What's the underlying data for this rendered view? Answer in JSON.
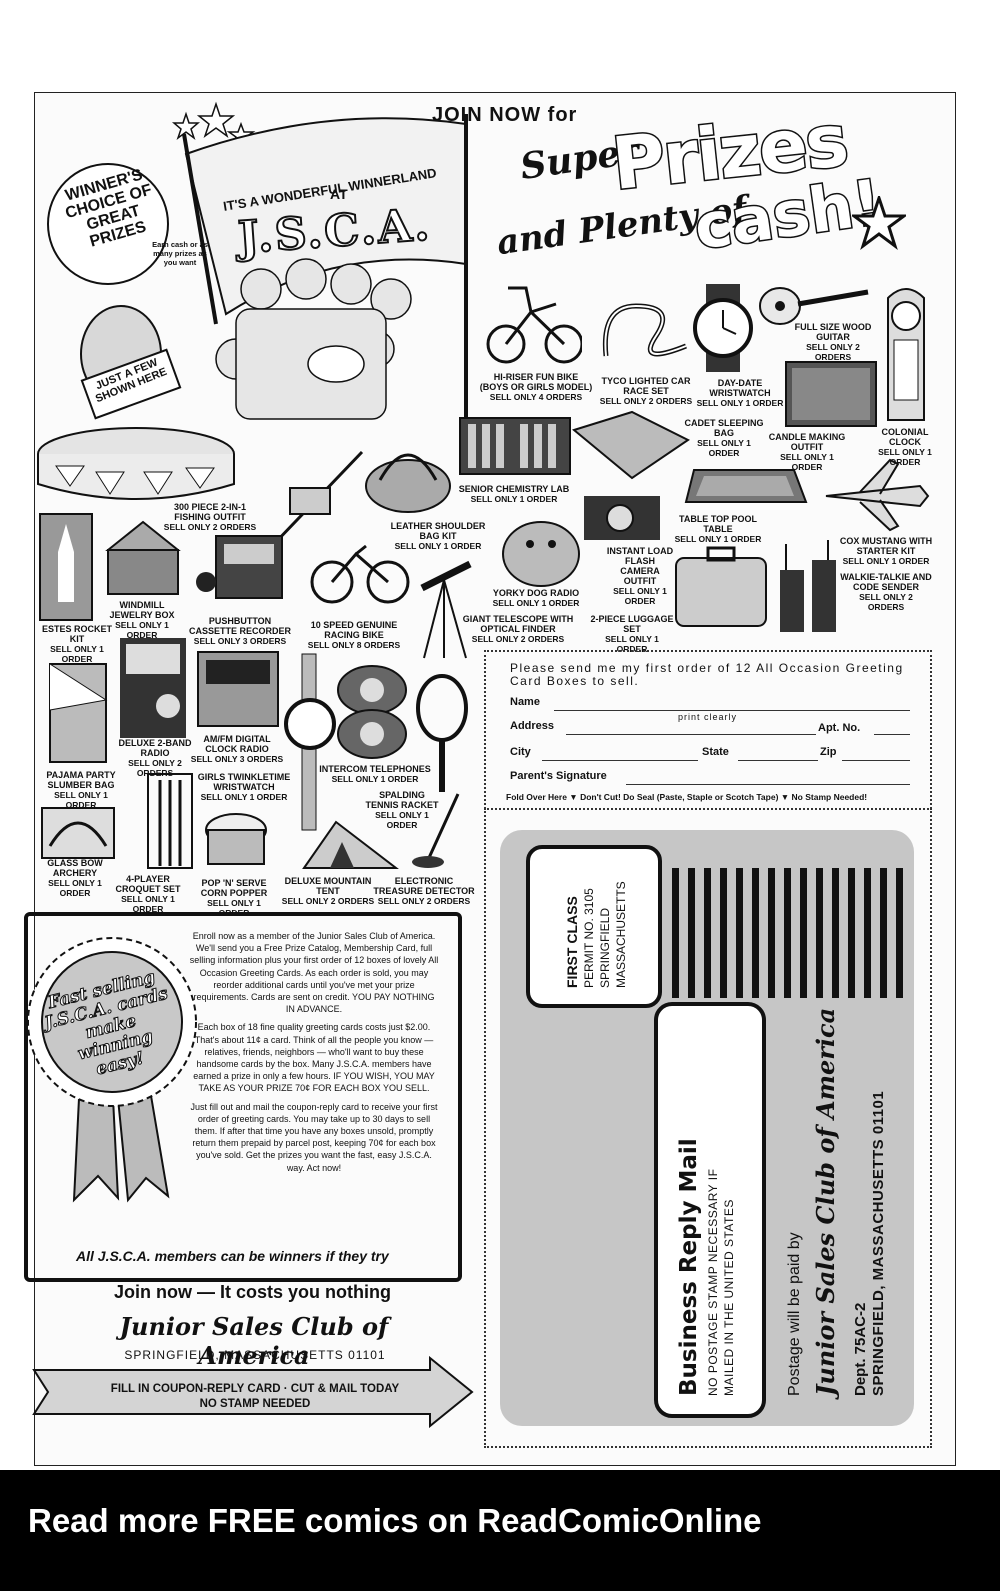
{
  "header": {
    "join_now": "JOIN NOW for",
    "super": "Super",
    "prizes": "Prizes",
    "and_plenty_of": "and Plenty of",
    "cash": "cash!"
  },
  "banner": {
    "line1": "IT'S A WONDERFUL WINNERLAND",
    "at": "AT",
    "jsca": "J.S.C.A.",
    "winners_choice": "WINNER'S CHOICE OF GREAT PRIZES",
    "earn": "Earn cash or as many prizes as you want",
    "just_a_few": "JUST A FEW SHOWN HERE"
  },
  "prizes": [
    {
      "name": "HI-RISER FUN BIKE",
      "sub": "(BOYS OR GIRLS MODEL)",
      "sell": "Sell Only 4 Orders"
    },
    {
      "name": "TYCO LIGHTED CAR RACE SET",
      "sub": "",
      "sell": "Sell Only 2 Orders"
    },
    {
      "name": "DAY-DATE WRISTWATCH",
      "sub": "",
      "sell": "Sell Only 1 Order"
    },
    {
      "name": "FULL SIZE WOOD GUITAR",
      "sub": "",
      "sell": "Sell Only 2 Orders"
    },
    {
      "name": "COLONIAL CLOCK",
      "sub": "",
      "sell": "Sell Only 1 Order"
    },
    {
      "name": "CADET SLEEPING BAG",
      "sub": "",
      "sell": "Sell Only 1 Order"
    },
    {
      "name": "CANDLE MAKING OUTFIT",
      "sub": "",
      "sell": "Sell Only 1 Order"
    },
    {
      "name": "SENIOR CHEMISTRY LAB",
      "sub": "",
      "sell": "Sell Only 1 Order"
    },
    {
      "name": "300 PIECE 2-in-1 FISHING OUTFIT",
      "sub": "",
      "sell": "Sell Only 2 Orders"
    },
    {
      "name": "LEATHER SHOULDER BAG KIT",
      "sub": "",
      "sell": "Sell Only 1 Order"
    },
    {
      "name": "TABLE TOP POOL TABLE",
      "sub": "",
      "sell": "Sell Only 1 Order"
    },
    {
      "name": "COX MUSTANG WITH STARTER KIT",
      "sub": "",
      "sell": "Sell Only 1 Order"
    },
    {
      "name": "INSTANT LOAD FLASH CAMERA OUTFIT",
      "sub": "",
      "sell": "Sell Only 1 Order"
    },
    {
      "name": "WALKIE-TALKIE AND CODE SENDER",
      "sub": "",
      "sell": "Sell Only 2 Orders"
    },
    {
      "name": "ESTES ROCKET KIT",
      "sub": "",
      "sell": "Sell Only 1 Order"
    },
    {
      "name": "WINDMILL JEWELRY BOX",
      "sub": "",
      "sell": "Sell Only 1 Order"
    },
    {
      "name": "PUSHBUTTON CASSETTE RECORDER",
      "sub": "",
      "sell": "Sell Only 3 Orders"
    },
    {
      "name": "10 SPEED GENUINE RACING BIKE",
      "sub": "",
      "sell": "Sell Only 8 Orders"
    },
    {
      "name": "YORKY DOG RADIO",
      "sub": "",
      "sell": "Sell Only 1 Order"
    },
    {
      "name": "GIANT TELESCOPE WITH OPTICAL FINDER",
      "sub": "",
      "sell": "Sell Only 2 Orders"
    },
    {
      "name": "2-PIECE LUGGAGE SET",
      "sub": "",
      "sell": "Sell Only 1 Order"
    },
    {
      "name": "PAJAMA PARTY SLUMBER BAG",
      "sub": "",
      "sell": "Sell Only 1 Order"
    },
    {
      "name": "DELUXE 2-BAND RADIO",
      "sub": "",
      "sell": "Sell Only 2 Orders"
    },
    {
      "name": "AM/FM DIGITAL CLOCK RADIO",
      "sub": "",
      "sell": "Sell Only 3 Orders"
    },
    {
      "name": "GIRLS TWINKLETIME WRISTWATCH",
      "sub": "",
      "sell": "Sell Only 1 Order"
    },
    {
      "name": "INTERCOM TELEPHONES",
      "sub": "",
      "sell": "Sell Only 1 Order"
    },
    {
      "name": "SPALDING TENNIS RACKET",
      "sub": "",
      "sell": "Sell Only 1 Order"
    },
    {
      "name": "GLASS BOW ARCHERY",
      "sub": "",
      "sell": "Sell Only 1 Order"
    },
    {
      "name": "4-PLAYER CROQUET SET",
      "sub": "",
      "sell": "Sell Only 1 Order"
    },
    {
      "name": "POP 'N' SERVE CORN POPPER",
      "sub": "",
      "sell": "Sell Only 1 Order"
    },
    {
      "name": "DELUXE MOUNTAIN TENT",
      "sub": "",
      "sell": "Sell Only 2 Orders"
    },
    {
      "name": "ELECTRONIC TREASURE DETECTOR",
      "sub": "",
      "sell": "Sell Only 2 Orders"
    }
  ],
  "coupon": {
    "intro": "Please send me my first order of 12 All Occasion Greeting Card Boxes to sell.",
    "name": "Name",
    "print_clearly": "print clearly",
    "address": "Address",
    "apt": "Apt. No.",
    "city": "City",
    "state": "State",
    "zip": "Zip",
    "parent": "Parent's Signature",
    "fold": "Fold Over Here ▼ Don't Cut! Do Seal (Paste, Staple or Scotch Tape) ▼ No Stamp Needed!"
  },
  "envelope": {
    "first_class": "FIRST CLASS",
    "permit": "PERMIT NO. 3105",
    "permit_city": "SPRINGFIELD",
    "permit_state": "MASSACHUSETTS",
    "brm": "Business Reply Mail",
    "no_postage": "NO POSTAGE STAMP NECESSARY IF",
    "mailed_in": "MAILED IN THE UNITED STATES",
    "postage_paid": "Postage will be paid by",
    "club": "Junior Sales Club of America",
    "dept": "Dept. 75AC-2",
    "address": "SPRINGFIELD, MASSACHUSETTS 01101"
  },
  "ribbon": "Fast selling J.S.C.A. cards make winning easy!",
  "enroll": {
    "p1": "Enroll now as a member of the Junior Sales Club of America. We'll send you a Free Prize Catalog, Membership Card, full selling information plus your first order of 12 boxes of lovely All Occasion Greeting Cards. As each order is sold, you may reorder additional cards until you've met your prize requirements. Cards are sent on credit. YOU PAY NOTHING IN ADVANCE.",
    "p2": "Each box of 18 fine quality greeting cards costs just $2.00. That's about 11¢ a card. Think of all the people you know — relatives, friends, neighbors — who'll want to buy these handsome cards by the box. Many J.S.C.A. members have earned a prize in only a few hours. IF YOU WISH, YOU MAY TAKE AS YOUR PRIZE 70¢ FOR EACH BOX YOU SELL.",
    "p3": "Just fill out and mail the coupon-reply card to receive your first order of greeting cards. You may take up to 30 days to sell them. If after that time you have any boxes unsold, promptly return them prepaid by parcel post, keeping 70¢ for each box you've sold. Get the prizes you want the fast, easy J.S.C.A. way. Act now!",
    "winners": "All J.S.C.A. members can be winners if they try"
  },
  "bottom": {
    "join_now": "Join now — It costs you nothing",
    "club": "Junior Sales Club of America",
    "city": "SPRINGFIELD, MASSACHUSETTS 01101",
    "arrow1": "FILL IN COUPON-REPLY CARD · CUT & MAIL TODAY",
    "arrow2": "NO STAMP NEEDED"
  },
  "footer": "Read more FREE comics on ReadComicOnline",
  "colors": {
    "ink": "#111111",
    "envelope": "#c6c6c6",
    "footer": "#000000"
  }
}
